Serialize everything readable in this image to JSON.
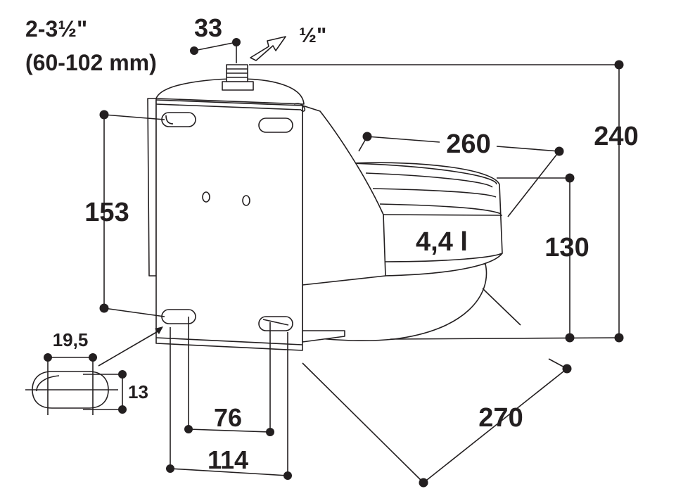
{
  "pipe_size_label": "2-3½\"",
  "pipe_size_metric_label": "(60-102 mm)",
  "inlet_size_label": "½\"",
  "volume_label": "4,4 l",
  "dimensions": {
    "inlet_offset": "33",
    "total_height": "240",
    "bowl_width": "260",
    "bowl_height": "130",
    "hole_spacing_vertical": "153",
    "slot_length": "19,5",
    "slot_height": "13",
    "hole_spacing_inner": "76",
    "plate_width": "114",
    "total_depth": "270"
  },
  "colors": {
    "line": "#231f20",
    "fill": "#ffffff"
  }
}
